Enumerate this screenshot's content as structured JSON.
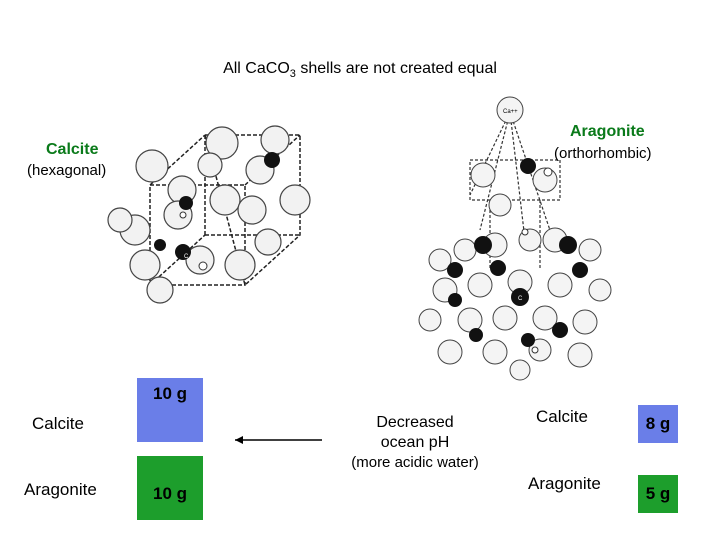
{
  "title": {
    "pre": "All Ca",
    "main": "CO",
    "sub": "3",
    "post": " shells are not created equal"
  },
  "calcite_label": {
    "name": "Calcite",
    "system": "(hexagonal)"
  },
  "aragonite_label": {
    "name": "Aragonite",
    "system": "(orthorhombic)"
  },
  "ca_label": "Ca++",
  "c_label": "C",
  "o_label": "O",
  "left_table": {
    "rows": [
      {
        "name": "Calcite",
        "value": "10 g",
        "color": "#6a7ee8"
      },
      {
        "name": "Aragonite",
        "value": "10 g",
        "color": "#1d9e2c"
      }
    ]
  },
  "middle_text": {
    "line1": "Decreased",
    "line2": "ocean pH",
    "line3": "(more acidic water)"
  },
  "right_table": {
    "rows": [
      {
        "name": "Calcite",
        "value": "8 g",
        "color": "#6a7ee8"
      },
      {
        "name": "Aragonite",
        "value": "5 g",
        "color": "#1d9e2c"
      }
    ]
  },
  "colors": {
    "green_text": "#0a7a1a",
    "blue": "#6a7ee8",
    "green": "#1d9e2c"
  }
}
